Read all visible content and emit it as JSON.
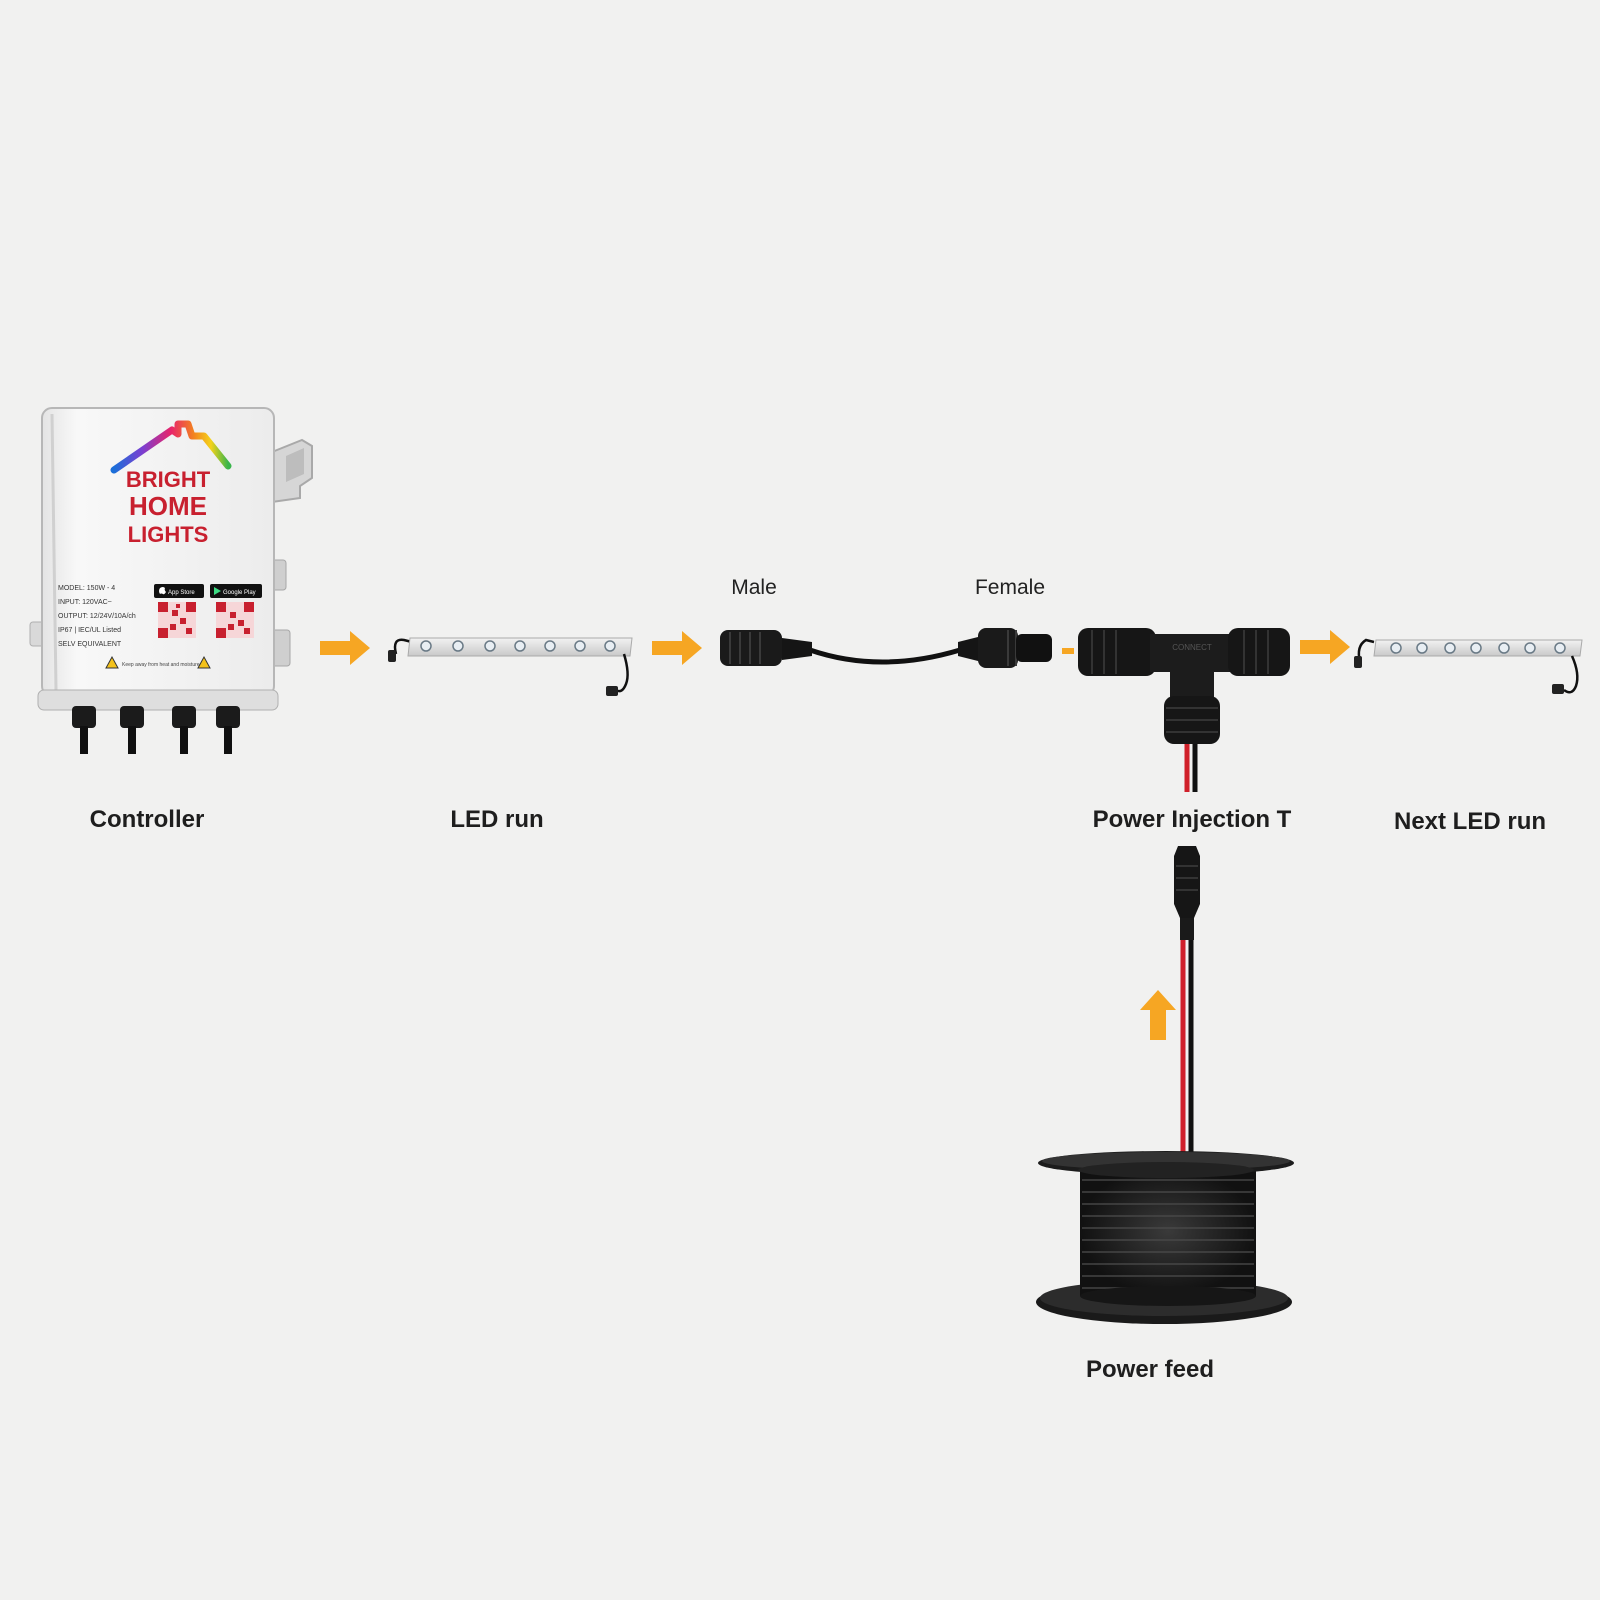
{
  "labels": {
    "controller": "Controller",
    "led_run": "LED run",
    "male": "Male",
    "female": "Female",
    "power_injection_t": "Power Injection T",
    "next_led_run": "Next LED run",
    "power_feed": "Power feed"
  },
  "controller_box": {
    "brand_line1": "BRIGHT",
    "brand_line2": "HOME",
    "brand_line3": "LIGHTS",
    "spec_lines": [
      "MODEL: 150W - 4",
      "INPUT: 120VAC~",
      "OUTPUT: 12/24V/10A/ch",
      "IP67 | IEC/UL Listed",
      "SELV EQUIVALENT"
    ],
    "app_store_badge": "App Store",
    "google_play_badge": "Google Play",
    "warning_text": "Keep away from heat and moisture"
  },
  "t_connector_text": "CONNECT",
  "colors": {
    "arrow": "#f6a623",
    "brand_red": "#c8202f",
    "cable_black": "#111111",
    "wire_red": "#d0202a",
    "background": "#f1f1f0"
  },
  "icons": [
    "right-arrow-icon",
    "up-arrow-icon",
    "apple-icon",
    "play-icon",
    "warning-icon",
    "qr-code-icon"
  ]
}
